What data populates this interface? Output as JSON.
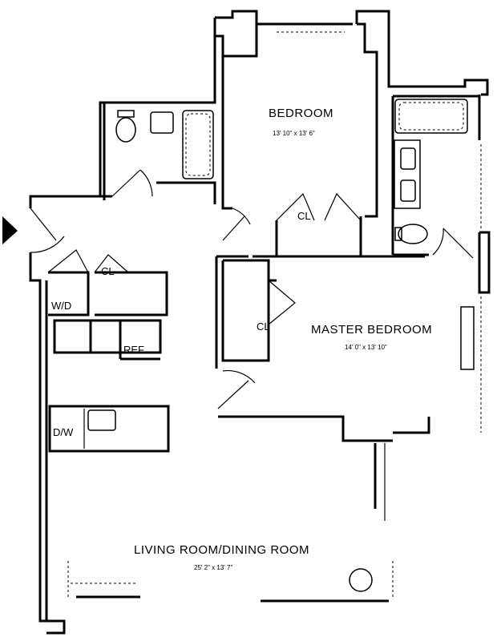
{
  "rooms": {
    "bedroom": {
      "name": "BEDROOM",
      "dims": "13' 10\" x 13' 6\""
    },
    "master_bedroom": {
      "name": "MASTER BEDROOM",
      "dims": "14' 0\" x 13' 10\""
    },
    "living_dining": {
      "name": "LIVING ROOM/DINING ROOM",
      "dims": "25' 2\" x 13' 7\""
    }
  },
  "fixtures": {
    "closet_1": "CL",
    "closet_2": "CL",
    "closet_3": "CL",
    "washer_dryer": "W/D",
    "refrigerator": "REF.",
    "dishwasher": "D/W"
  }
}
